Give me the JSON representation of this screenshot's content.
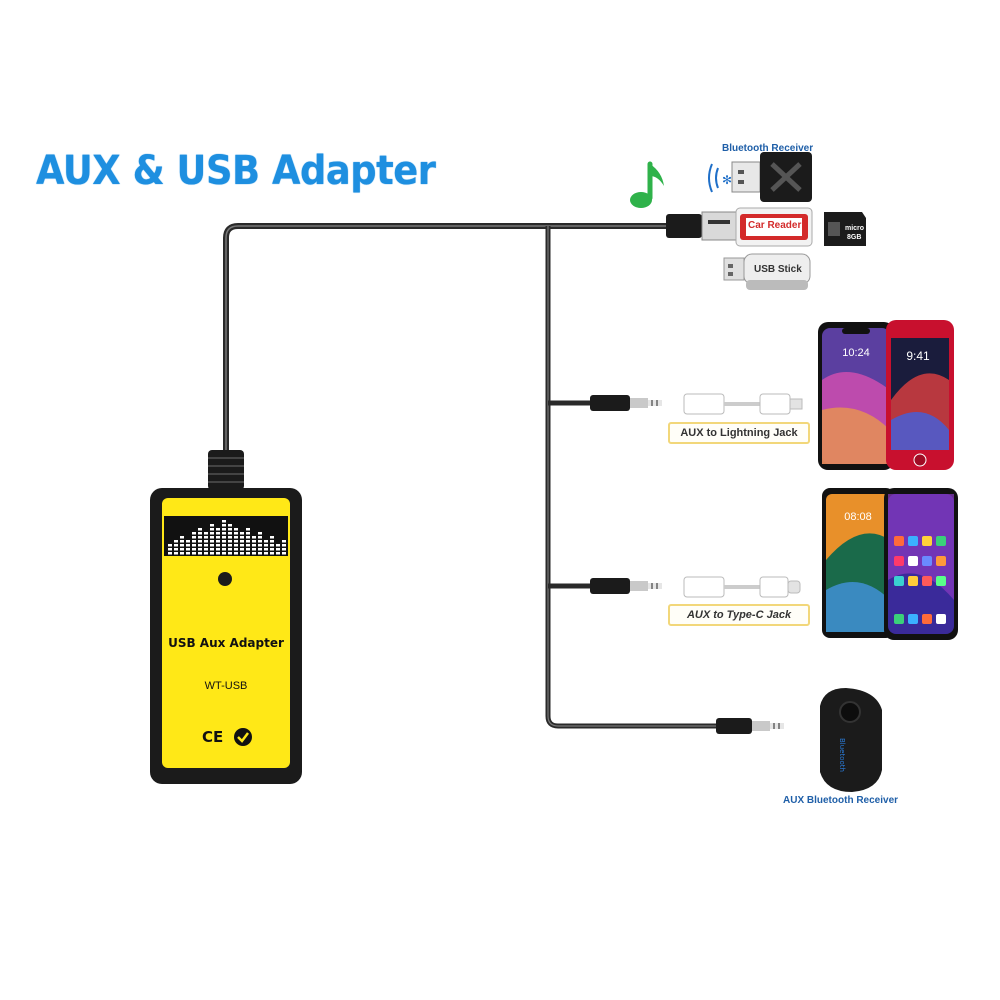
{
  "title": "AUX & USB Adapter",
  "device": {
    "name": "USB Aux Adapter",
    "model": "WT-USB",
    "cert_mark": "CE"
  },
  "usb_accessories": {
    "bluetooth_receiver_label": "Bluetooth Receiver",
    "car_reader_label": "Car Reader",
    "usb_stick_label": "USB Stick",
    "sd_card_label": "8GB",
    "sd_card_brand": "micro"
  },
  "branches": {
    "lightning_label": "AUX to Lightning Jack",
    "typec_label": "AUX to Type-C Jack",
    "bt_receiver_label": "AUX Bluetooth Receiver",
    "bt_device_text": "Bluetooth"
  },
  "phones": {
    "iphone_x_time": "10:24",
    "iphone_8_time": "9:41",
    "huawei_time": "08:08"
  },
  "colors": {
    "title": "#1e8fe0",
    "device_yellow": "#ffe817",
    "cable": "#2a2a2a",
    "label_blue": "#1f5fa8",
    "tag_border": "#f2d77a",
    "music_note": "#2fb24a"
  },
  "icons": [
    "music-note-icon",
    "wireless-icon",
    "cross-icon",
    "ce-mark-icon",
    "check-mark-icon"
  ]
}
